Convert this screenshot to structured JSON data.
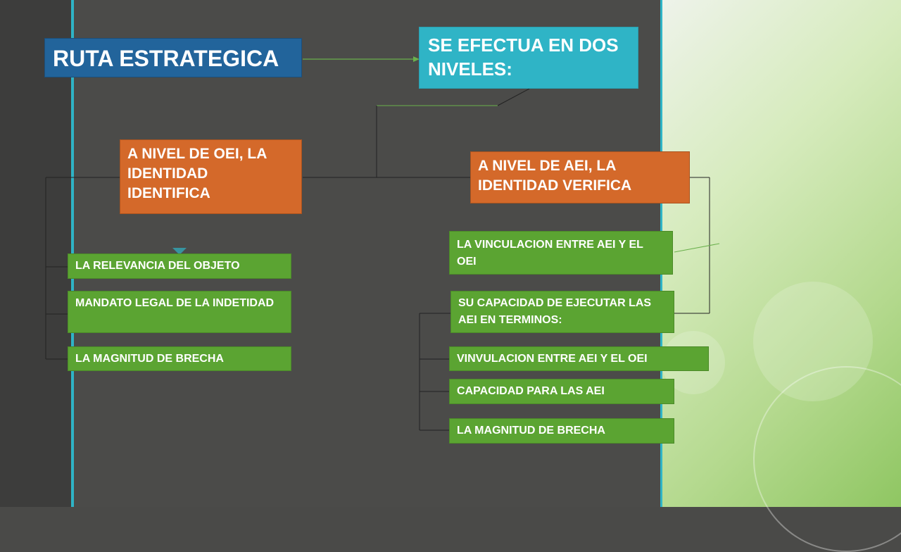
{
  "title": "RUTA ESTRATEGICA",
  "top_node": "SE EFECTUA EN DOS NIVELES:",
  "left_branch": {
    "header": "A NIVEL DE OEI, LA IDENTIDAD IDENTIFICA",
    "items": [
      "LA RELEVANCIA DEL OBJETO",
      "MANDATO LEGAL DE LA INDETIDAD",
      "LA MAGNITUD DE BRECHA"
    ]
  },
  "right_branch": {
    "header": "A NIVEL DE AEI, LA IDENTIDAD VERIFICA",
    "items": [
      "LA VINCULACION ENTRE AEI Y EL OEI",
      "SU CAPACIDAD DE EJECUTAR LAS AEI EN TERMINOS:"
    ],
    "sub_items": [
      "VINVULACION ENTRE AEI Y EL OEI",
      "CAPACIDAD PARA LAS AEI",
      "LA MAGNITUD DE BRECHA"
    ]
  },
  "colors": {
    "title_blue": "#22649b",
    "cyan": "#2fb4c6",
    "orange": "#d4692a",
    "green": "#5ba432",
    "background": "#4b4b49"
  }
}
